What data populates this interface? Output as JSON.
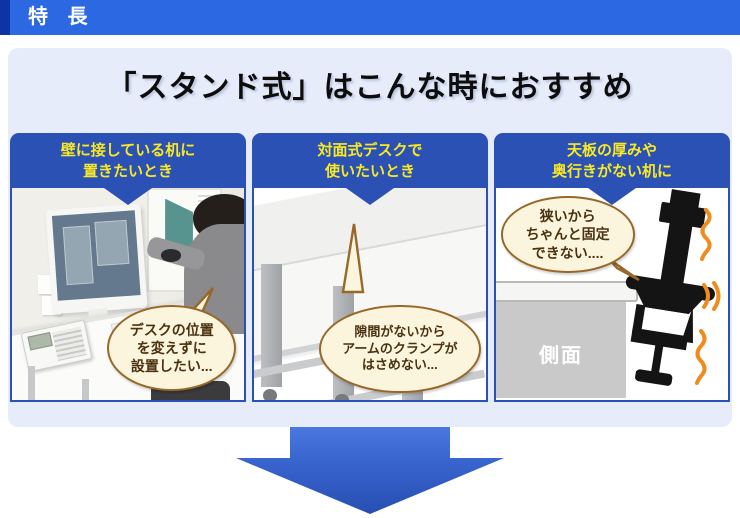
{
  "page": {
    "section_label": "特 長",
    "title": "「スタンド式」はこんな時におすすめ"
  },
  "panels": [
    {
      "heading": [
        "壁に接している机に",
        "置きたいとき"
      ],
      "bubble": [
        "デスクの位置",
        "を変えずに",
        "設置したい..."
      ]
    },
    {
      "heading": [
        "対面式デスクで",
        "使いたいとき"
      ],
      "bubble": [
        "隙間がないから",
        "アームのクランプが",
        "はさめない..."
      ]
    },
    {
      "heading": [
        "天板の厚みや",
        "奥行きがない机に"
      ],
      "bubble": [
        "狭いから",
        "ちゃんと固定",
        "できない...."
      ],
      "label": "側面"
    }
  ],
  "colors": {
    "topbar_blue": "#2C68E2",
    "topbar_accent": "#0C34A4",
    "card_bg": "#E6ECFA",
    "panel_blue": "#2B51B5",
    "heading_yellow": "#F8E925",
    "bubble_bg": "#FCF5DE",
    "bubble_border": "#98682A",
    "bubble_text": "#4A3110",
    "vibration_orange": "#F08C1E",
    "arrow_blue": "#3A66D0"
  }
}
